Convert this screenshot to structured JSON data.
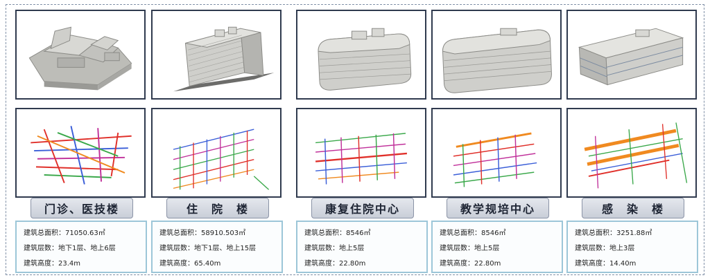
{
  "buildings": [
    {
      "name": "门诊、医技楼",
      "area_label": "建筑总面积：",
      "area_value": "71050.63㎡",
      "floors_label": "建筑层数：",
      "floors_value": "地下1层、地上6层",
      "height_label": "建筑高度：",
      "height_value": "23.4m"
    },
    {
      "name": "住　院　楼",
      "area_label": "建筑总面积：",
      "area_value": "58910.503㎡",
      "floors_label": "建筑层数：",
      "floors_value": "地下1层、地上15层",
      "height_label": "建筑高度：",
      "height_value": "65.40m"
    },
    {
      "name": "康复住院中心",
      "area_label": "建筑总面积：",
      "area_value": "8546㎡",
      "floors_label": "建筑层数：",
      "floors_value": "地上5层",
      "height_label": "建筑高度：",
      "height_value": "22.80m"
    },
    {
      "name": "教学规培中心",
      "area_label": "建筑总面积：",
      "area_value": "8546㎡",
      "floors_label": "建筑层数：",
      "floors_value": "地上5层",
      "height_label": "建筑高度：",
      "height_value": "22.80m"
    },
    {
      "name": "感　染　楼",
      "area_label": "建筑总面积：",
      "area_value": "3251.88㎡",
      "floors_label": "建筑层数：",
      "floors_value": "地上3层",
      "height_label": "建筑高度：",
      "height_value": "14.40m"
    }
  ],
  "colors": {
    "frame_border": "#2f3a4e",
    "info_border": "#9cc6d8",
    "button_fill": "#d6dae2",
    "model_gray": "#c8c8c4",
    "mep_red": "#e0302a",
    "mep_green": "#3aa84a",
    "mep_blue": "#3a5ed8",
    "mep_orange": "#f08a20",
    "mep_magenta": "#c0309a"
  },
  "icons": {
    "top_row": "building-3d-model-icon",
    "bottom_row": "mep-pipe-model-icon"
  }
}
